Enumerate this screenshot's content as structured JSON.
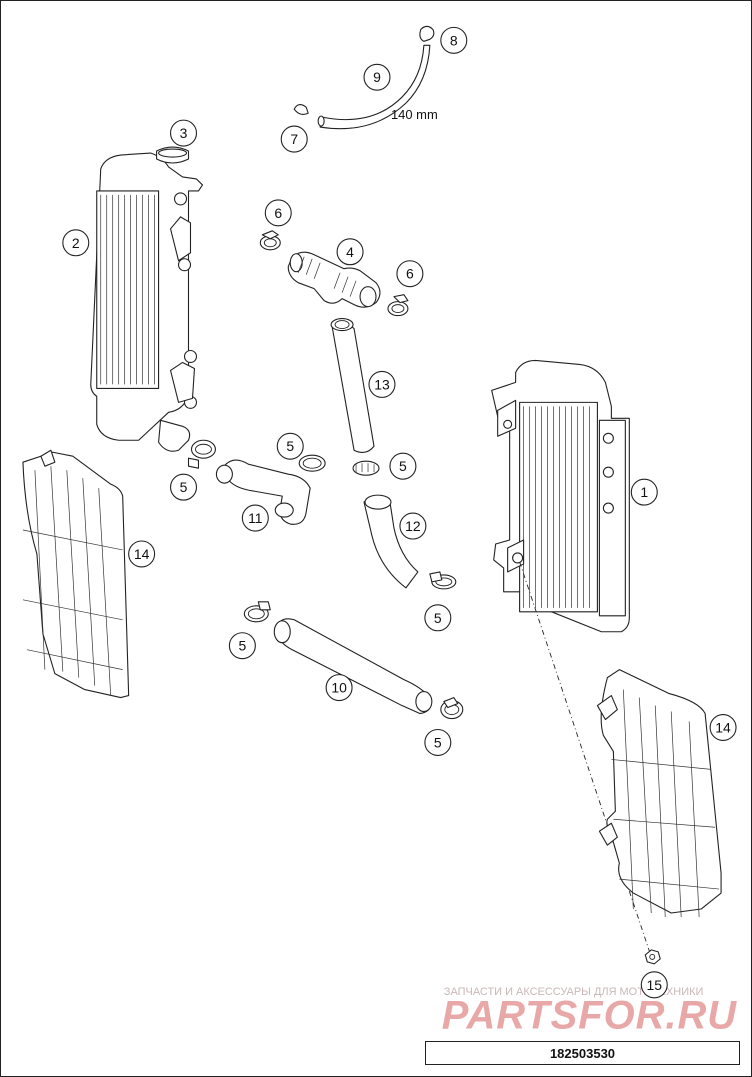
{
  "drawing_number": "182503530",
  "hose_length_label": "140 mm",
  "watermark": {
    "line1": "ЗАПЧАСТИ И АКСЕССУАРЫ ДЛЯ МОТОТЕХНИКИ",
    "line2": "PARTSFOR.RU"
  },
  "callouts": {
    "c1": "1",
    "c2": "2",
    "c3": "3",
    "c4": "4",
    "c5a": "5",
    "c5b": "5",
    "c5c": "5",
    "c5d": "5",
    "c5e": "5",
    "c5f": "5",
    "c6a": "6",
    "c6b": "6",
    "c7": "7",
    "c8": "8",
    "c9": "9",
    "c10": "10",
    "c11": "11",
    "c12": "12",
    "c13": "13",
    "c14a": "14",
    "c14b": "14",
    "c15": "15"
  },
  "colors": {
    "line": "#222222",
    "watermark": "#e8a8a8"
  }
}
